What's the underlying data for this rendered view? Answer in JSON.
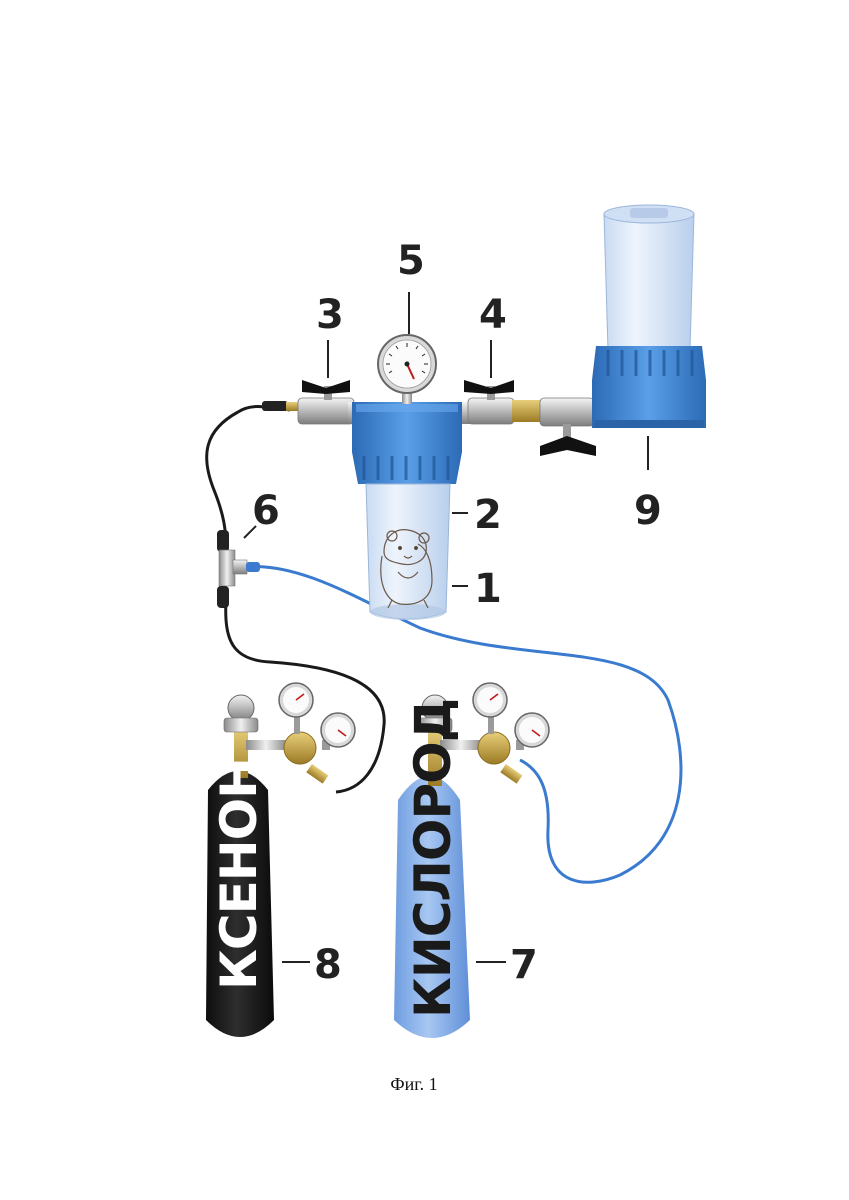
{
  "figure": {
    "caption": "Фиг. 1",
    "labels": {
      "n1": "1",
      "n2": "2",
      "n3": "3",
      "n4": "4",
      "n5": "5",
      "n6": "6",
      "n7": "7",
      "n8": "8",
      "n9": "9"
    },
    "tanks": {
      "xenon": "КСЕНОН",
      "oxygen": "КИСЛОРОД"
    }
  },
  "colors": {
    "filter_blue": "#3f86d6",
    "oxygen_tank": "#8fb6ec",
    "xenon_tank": "#151515",
    "blue_hose": "#3a7bd0",
    "black_hose": "#1a1a1a",
    "brass": "#c9a544",
    "chrome": "#c8c8c8"
  }
}
